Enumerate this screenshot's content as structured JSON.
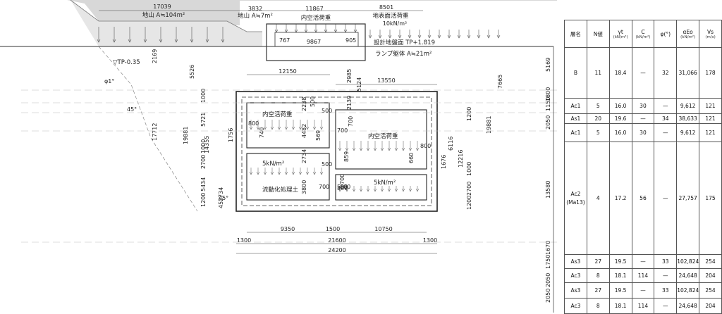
{
  "ground": {
    "left_load": {
      "span": "17039",
      "label": "地山 A≒104m²"
    },
    "mid_load": {
      "span": "3832",
      "label": "地山 A≒7m²"
    },
    "inner_top": {
      "span": "11867",
      "label": "内空活荷重"
    },
    "surface_load": {
      "span": "8501",
      "label": "地表面活荷重",
      "value": "10kN/m²"
    },
    "design_level": "設計地盤面 TP+1.819",
    "ramp": "ランプ躯体 A≒21m²",
    "water_level": "▽TP-0.35",
    "ramp_dims": {
      "w": "9867",
      "h1": "767",
      "h2": "905"
    },
    "angle1": "φ1°",
    "angle2": "45°",
    "angle3": "45°"
  },
  "structure": {
    "dims_top": {
      "w12150": "12150",
      "w13550": "13550",
      "h2985": "2985",
      "h5124": "5124",
      "h2139": "2139"
    },
    "left_dims": [
      "2169",
      "5526",
      "17712",
      "19881",
      "14355",
      "5434",
      "1756",
      "1000",
      "5721",
      "1000",
      "2700",
      "2734",
      "1200",
      "45°"
    ],
    "cell_dims": [
      "2238",
      "500",
      "500",
      "740",
      "800",
      "4482",
      "569",
      "2734",
      "500",
      "800",
      "3800",
      "500",
      "700",
      "700",
      "700",
      "700",
      "859",
      "660",
      "800",
      "500",
      "6116",
      "12216",
      "1200",
      "1000",
      "2700",
      "1200",
      "1676",
      "19881",
      "7665"
    ],
    "labels": {
      "inner_live_1": "内空活荷重",
      "inner_live_2": "内空活荷重",
      "load_5kn_1": "5kN/m²",
      "load_5kn_2": "5kN/m²",
      "fluid_soil": "流動化処理土"
    },
    "bottom_dims": {
      "w9350": "9350",
      "w1500": "1500",
      "w10750": "10750",
      "w1300a": "1300",
      "w21600": "21600",
      "w1300b": "1300",
      "w24200": "24200"
    }
  },
  "depth_dims": [
    "5169",
    "1800",
    "1150",
    "2050",
    "13580",
    "1670",
    "1750",
    "2050",
    "2050"
  ],
  "soil_table": {
    "headers": [
      {
        "t": "層名",
        "u": ""
      },
      {
        "t": "N値",
        "u": ""
      },
      {
        "t": "γt",
        "u": "(kN/m³)"
      },
      {
        "t": "C",
        "u": "(kN/m²)"
      },
      {
        "t": "φ(°)",
        "u": ""
      },
      {
        "t": "αEo",
        "u": "(kN/m²)"
      },
      {
        "t": "Vs",
        "u": "(m/s)"
      }
    ],
    "rows": [
      {
        "h": 72,
        "cells": [
          "B",
          "11",
          "18.4",
          "—",
          "32",
          "31,066",
          "178"
        ]
      },
      {
        "h": 22,
        "cells": [
          "Ac1",
          "5",
          "16.0",
          "30",
          "—",
          "9,612",
          "121"
        ]
      },
      {
        "h": 14,
        "cells": [
          "As1",
          "20",
          "19.6",
          "—",
          "34",
          "38,633",
          "121"
        ]
      },
      {
        "h": 26,
        "cells": [
          "Ac1",
          "5",
          "16.0",
          "30",
          "—",
          "9,612",
          "121"
        ]
      },
      {
        "h": 160,
        "cells": [
          "Ac2\n(Ma13)",
          "4",
          "17.2",
          "56",
          "—",
          "27,757",
          "175"
        ]
      },
      {
        "h": 20,
        "cells": [
          "As3",
          "27",
          "19.5",
          "—",
          "33",
          "102,824",
          "254"
        ]
      },
      {
        "h": 20,
        "cells": [
          "Ac3",
          "8",
          "18.1",
          "114",
          "—",
          "24,648",
          "204"
        ]
      },
      {
        "h": 22,
        "cells": [
          "As3",
          "27",
          "19.5",
          "—",
          "33",
          "102,824",
          "254"
        ]
      },
      {
        "h": 22,
        "cells": [
          "Ac3",
          "8",
          "18.1",
          "114",
          "—",
          "24,648",
          "204"
        ]
      }
    ]
  }
}
